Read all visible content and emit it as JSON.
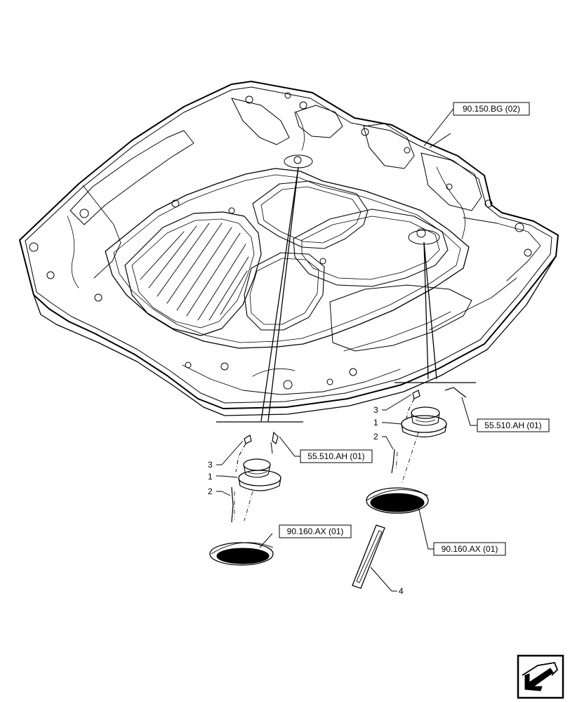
{
  "callouts": {
    "bg_ref": "90.150.BG (02)",
    "ah_ref_left": "55.510.AH (01)",
    "ah_ref_right": "55.510.AH (01)",
    "ax_ref_left": "90.160.AX (01)",
    "ax_ref_right": "90.160.AX (01)"
  },
  "item_numbers": {
    "left_3": "3",
    "left_1": "1",
    "left_2": "2",
    "right_3": "3",
    "right_1": "1",
    "right_2": "2",
    "gasket_4": "4"
  },
  "icons": {
    "nav": "next-page-arrow-icon"
  }
}
